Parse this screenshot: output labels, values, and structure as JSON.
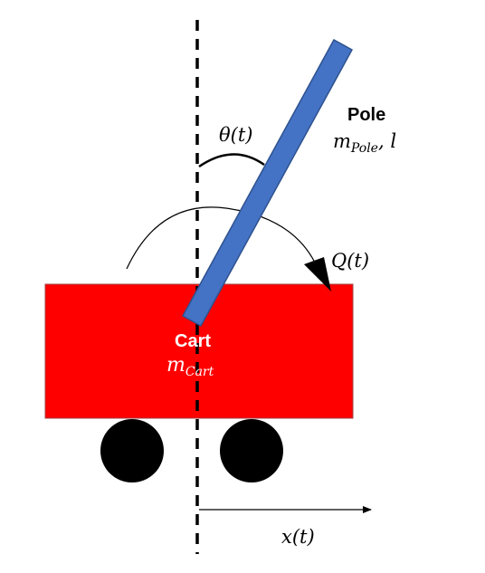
{
  "labels": {
    "pole_title": "Pole",
    "pole_params": {
      "m": "m",
      "sub": "Pole",
      "rest": ", l"
    },
    "cart_title": "Cart",
    "cart_params": {
      "m": "m",
      "sub": "Cart"
    },
    "theta": "θ(t)",
    "torque": "Q(t)",
    "position": "x(t)"
  },
  "colors": {
    "cart": "#ff0000",
    "pole": "#4472c4",
    "wheel": "#000000",
    "line": "#000000",
    "cart_text": "#ffffff"
  }
}
